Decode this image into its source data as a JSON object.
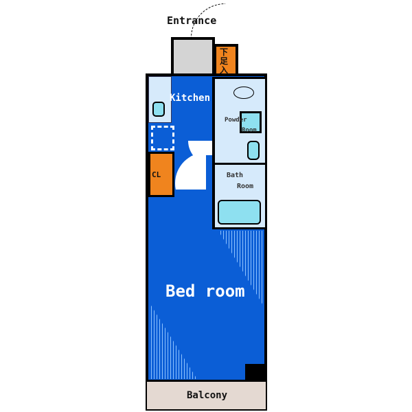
{
  "labels": {
    "entrance": "Entrance",
    "shoe_box": "下足入",
    "kitchen": "Kitchen",
    "powder_room_1": "Powder",
    "powder_room_2": "Room",
    "bath_room_1": "Bath",
    "bath_room_2": "Room",
    "closet": "CL",
    "bed_room": "Bed room",
    "balcony": "Balcony"
  },
  "colors": {
    "floor": "#0b5ed6",
    "wet": "#d6eafb",
    "storage": "#f0841e",
    "entrance": "#d4d4d4",
    "balcony": "#e4d9d2"
  }
}
